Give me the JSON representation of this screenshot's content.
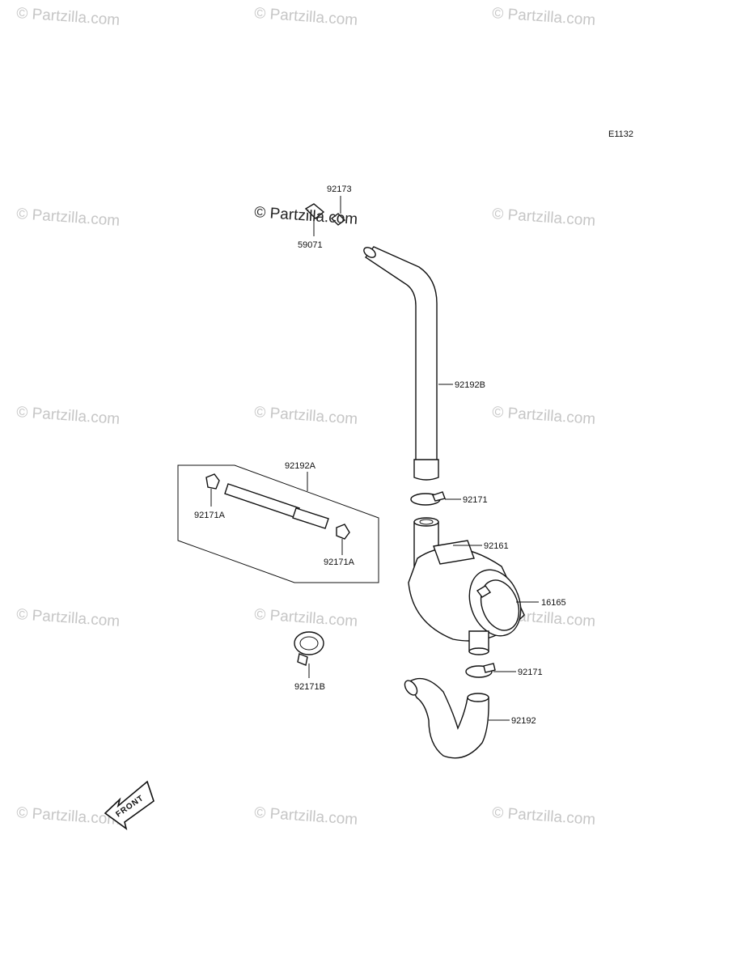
{
  "diagram_code": "E1132",
  "watermark_text": "© Partzilla.com",
  "front_arrow_text": "FRONT",
  "part_labels": {
    "p92173": "92173",
    "p59071": "59071",
    "p92192b": "92192B",
    "p92192a": "92192A",
    "p92171_top": "92171",
    "p92171a_left": "92171A",
    "p92171a_right": "92171A",
    "p92161": "92161",
    "p16165": "16165",
    "p92171b": "92171B",
    "p92171_bottom": "92171",
    "p92192": "92192"
  }
}
